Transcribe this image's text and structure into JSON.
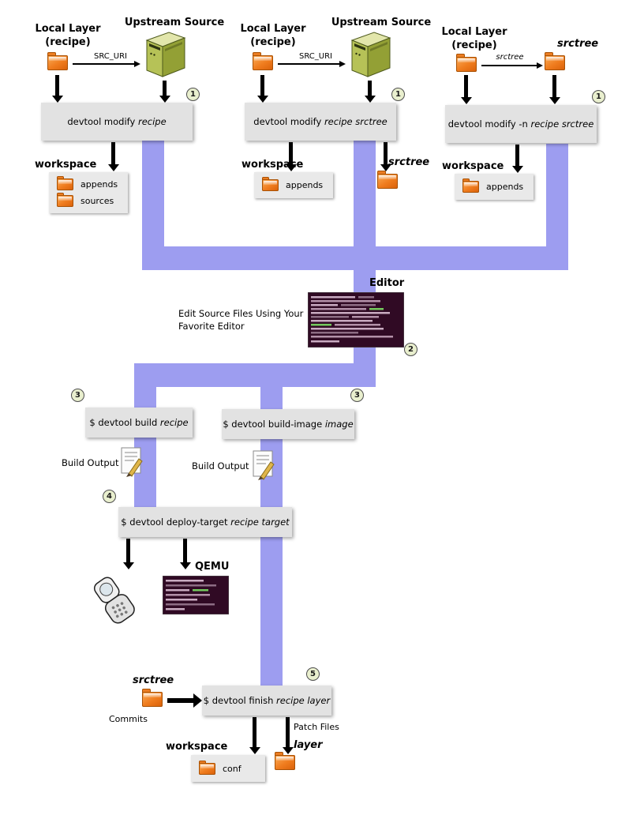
{
  "colors": {
    "pipe": "#9d9df0",
    "box": "#e2e2e2",
    "badge_bg": "#e9efce",
    "terminal_bg": "#300a24",
    "folder": "#ef7c1e"
  },
  "w1": {
    "local_layer_line1": "Local Layer",
    "local_layer_line2": "(recipe)",
    "upstream_source": "Upstream Source",
    "connector_label": "SRC_URI",
    "step": "1",
    "cmd_plain": "devtool modify ",
    "cmd_em": "recipe",
    "workspace_label": "workspace",
    "folders": [
      "appends",
      "sources"
    ]
  },
  "w2": {
    "local_layer_line1": "Local Layer",
    "local_layer_line2": "(recipe)",
    "upstream_source": "Upstream Source",
    "connector_label": "SRC_URI",
    "step": "1",
    "cmd_plain": "devtool modify ",
    "cmd_em": "recipe srctree",
    "workspace_label": "workspace",
    "folders": [
      "appends"
    ],
    "srctree_label": "srctree"
  },
  "w3": {
    "local_layer_line1": "Local Layer",
    "local_layer_line2": "(recipe)",
    "srctree_top_label": "srctree",
    "connector_label": "srctree",
    "step": "1",
    "cmd_plain": "devtool modify -n ",
    "cmd_em": "recipe srctree",
    "workspace_label": "workspace",
    "folders": [
      "appends"
    ]
  },
  "editor": {
    "title": "Editor",
    "note_line1": "Edit Source Files Using Your",
    "note_line2": "Favorite Editor",
    "step": "2"
  },
  "build": {
    "step_left": "3",
    "step_right": "3",
    "build_cmd_plain": "$ devtool build ",
    "build_cmd_em": "recipe",
    "build_image_cmd_plain": "$ devtool build-image ",
    "build_image_cmd_em": "image",
    "build_output_left": "Build Output",
    "build_output_right": "Build Output",
    "step_deploy": "4",
    "deploy_cmd_plain": "$ devtool deploy-target ",
    "deploy_cmd_em": "recipe target",
    "qemu_label": "QEMU"
  },
  "finish": {
    "step": "5",
    "srctree_label": "srctree",
    "commits_label": "Commits",
    "cmd_plain": "$ devtool finish ",
    "cmd_em": "recipe layer",
    "patch_files_label": "Patch Files",
    "workspace_label": "workspace",
    "folders": [
      "conf"
    ],
    "layer_label": "layer"
  }
}
